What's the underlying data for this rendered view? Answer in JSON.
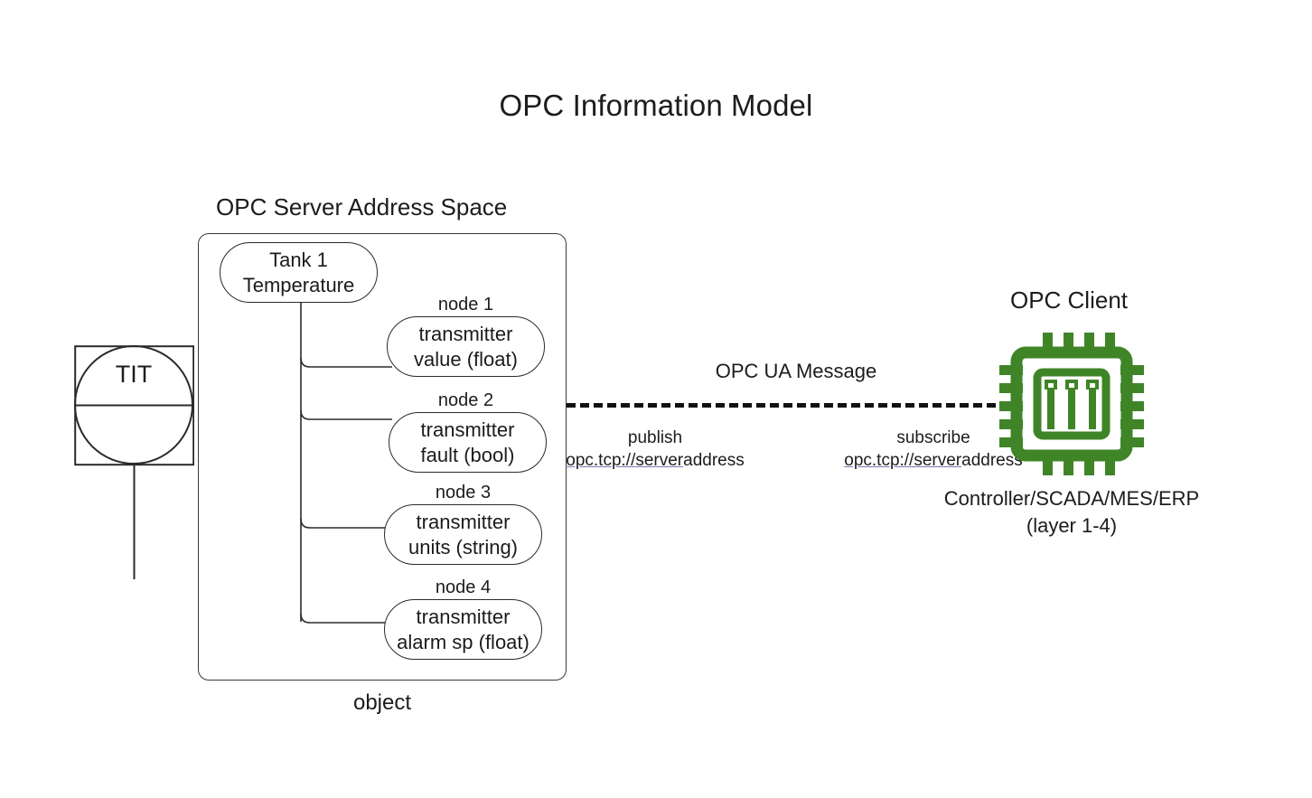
{
  "title": "OPC Information Model",
  "colors": {
    "chip_green": "#3f8527",
    "stroke": "#2b2b2b",
    "box_stroke": "#3a3a3a",
    "link_underline": "#7a7ab0",
    "text": "#1c1c1c",
    "background": "#ffffff"
  },
  "field_device": {
    "tag": "TIT",
    "icon": "transmitter-balloon-icon"
  },
  "server": {
    "caption": "OPC Server Address Space",
    "object_caption": "object",
    "root_node": {
      "line1": "Tank 1",
      "line2": "Temperature"
    },
    "nodes": [
      {
        "caption": "node 1",
        "line1": "transmitter",
        "line2": "value (float)"
      },
      {
        "caption": "node 2",
        "line1": "transmitter",
        "line2": "fault (bool)"
      },
      {
        "caption": "node 3",
        "line1": "transmitter",
        "line2": "units (string)"
      },
      {
        "caption": "node 4",
        "line1": "transmitter",
        "line2": "alarm sp (float)"
      }
    ]
  },
  "message": {
    "label": "OPC UA Message",
    "publish": {
      "action": "publish",
      "url_link": "opc.tcp://server",
      "url_tail": "address"
    },
    "subscribe": {
      "action": "subscribe",
      "url_link": "opc.tcp://server",
      "url_tail": "address"
    }
  },
  "client": {
    "caption": "OPC Client",
    "icon": "cpu-chip-icon",
    "sublabel_line1": "Controller/SCADA/MES/ERP",
    "sublabel_line2": "(layer 1-4)"
  }
}
